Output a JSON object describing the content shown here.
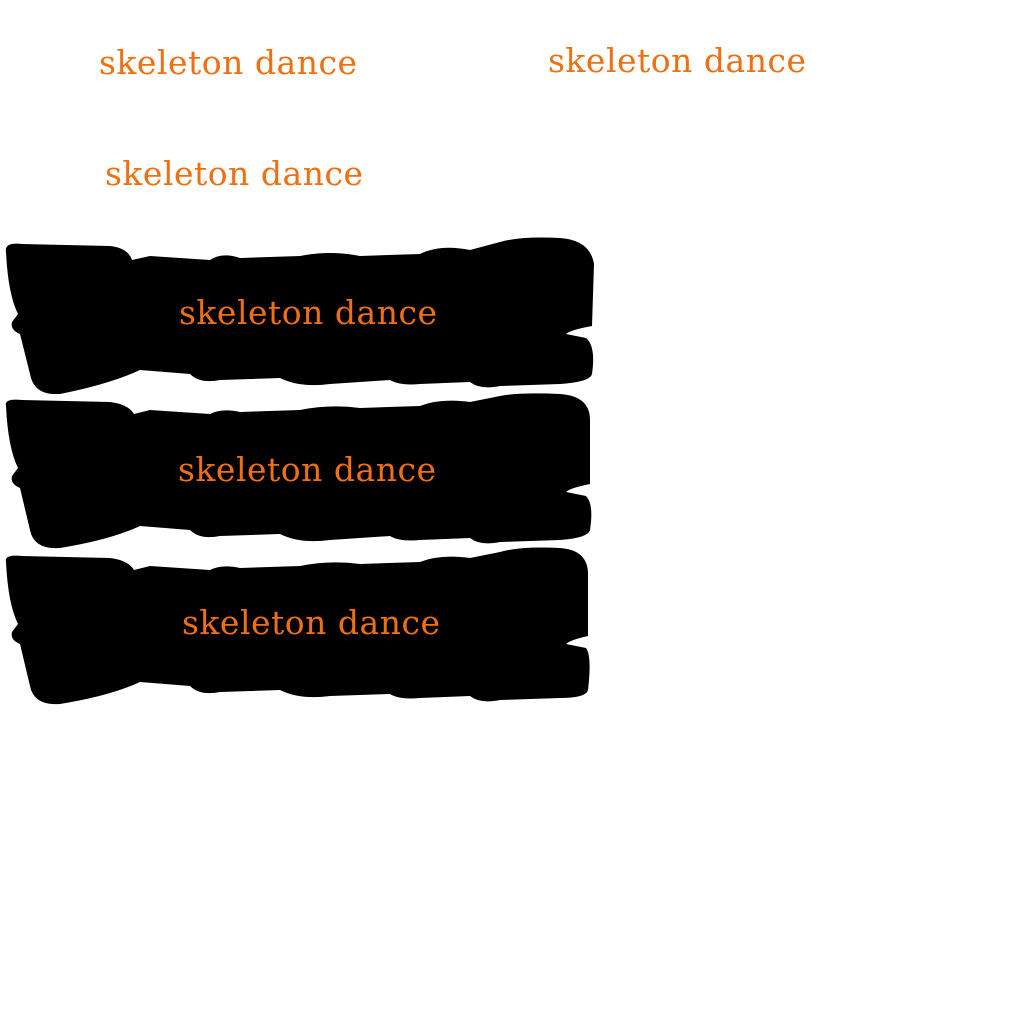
{
  "colors": {
    "background": "#ffffff",
    "text": "#ef7012",
    "banner": "#000000"
  },
  "labels": [
    "skeleton dance",
    "skeleton dance",
    "skeleton dance",
    "skeleton dance",
    "skeleton dance",
    "skeleton dance"
  ],
  "banners": [
    {
      "name": "banner-1"
    },
    {
      "name": "banner-2"
    },
    {
      "name": "banner-3"
    }
  ]
}
